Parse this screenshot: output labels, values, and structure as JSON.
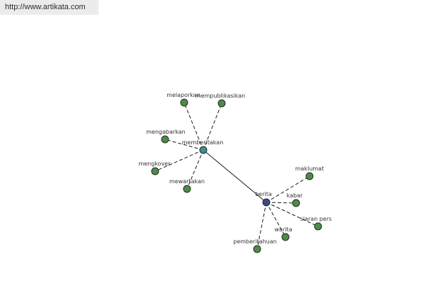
{
  "header": {
    "url": "http://www.artikata.com"
  },
  "colors": {
    "leaf": "#4f8a4c",
    "hub_primary": "#3f8f8d",
    "hub_secondary": "#3a4a8a"
  },
  "graph": {
    "hubs": [
      {
        "id": "memberitakan",
        "label": "memberitakan",
        "color": "hub_primary"
      },
      {
        "id": "berita",
        "label": "berita",
        "color": "hub_secondary"
      }
    ],
    "leaves": [
      {
        "id": "melaporkan",
        "label": "melaporkan",
        "hub": "memberitakan"
      },
      {
        "id": "mempublikasikan",
        "label": "mempublikasikan",
        "hub": "memberitakan"
      },
      {
        "id": "mengabarkan",
        "label": "mengabarkan",
        "hub": "memberitakan"
      },
      {
        "id": "mengkover",
        "label": "mengkover",
        "hub": "memberitakan"
      },
      {
        "id": "mewartakan",
        "label": "mewartakan",
        "hub": "memberitakan"
      },
      {
        "id": "maklumat",
        "label": "maklumat",
        "hub": "berita"
      },
      {
        "id": "kabar",
        "label": "kabar",
        "hub": "berita"
      },
      {
        "id": "siaran_pers",
        "label": "siaran pers",
        "hub": "berita"
      },
      {
        "id": "warita",
        "label": "warita",
        "hub": "berita"
      },
      {
        "id": "pemberitahuan",
        "label": "pemberitahuan",
        "hub": "berita"
      }
    ],
    "links": [
      {
        "from": "memberitakan",
        "to": "berita"
      }
    ]
  }
}
